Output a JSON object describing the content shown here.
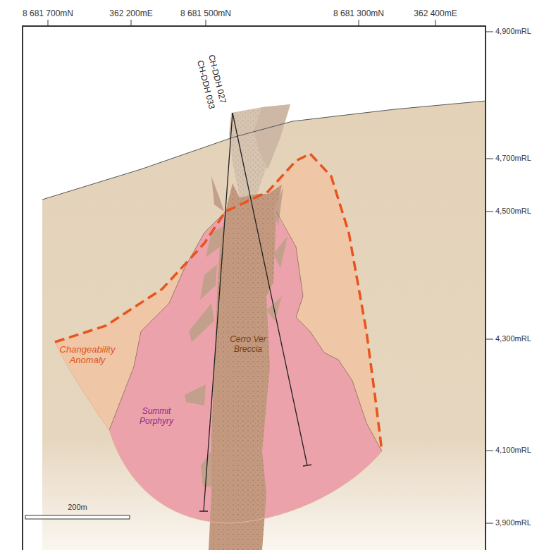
{
  "diagram": {
    "labels": [
      "8 681 700mN",
      "362 200mE",
      "8 681 500mN",
      "8 681 300mN",
      "362 400mE",
      "CH-DDH 027",
      "CH-DDH 033",
      "4,900mRL",
      "4,700mRL",
      "4,500mRL",
      "4,300mRL",
      "4,100mRL",
      "3,900mRL",
      "Changeability Anomaly",
      "Summit Porphyry",
      "Cerro Ver Breccia",
      "200m"
    ]
  }
}
